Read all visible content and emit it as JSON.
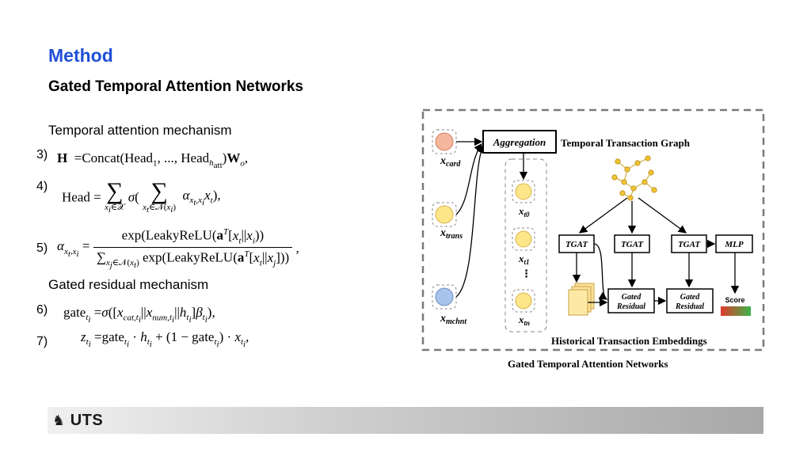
{
  "header": {
    "section_title": "Method",
    "subtitle": "Gated Temporal Attention Networks"
  },
  "left": {
    "attention_heading": "Temporal attention mechanism",
    "residual_heading": "Gated residual mechanism",
    "equation_numbers": [
      "3)",
      "4)",
      "5)",
      "6)",
      "7)"
    ]
  },
  "figure": {
    "inputs": [
      "x_card",
      "x_trans",
      "x_mchnt"
    ],
    "aggregation_label": "Aggregation",
    "graph_label": "Temporal Transaction Graph",
    "history_nodes": [
      "x_t0",
      "x_t1",
      "x_tn"
    ],
    "ellipsis": "⋮",
    "tgat_labels": [
      "TGAT",
      "TGAT",
      "TGAT"
    ],
    "mlp_label": "MLP",
    "gated_residual_labels": [
      "Gated Residual",
      "Gated Residual"
    ],
    "score_label": "Score",
    "history_label": "Historical Transaction Embeddings",
    "caption": "Gated Temporal Attention Networks",
    "colors": {
      "card_node": "#f4b69c",
      "trans_node": "#fde58a",
      "mchnt_node": "#a9c4ec",
      "graph_node": "#f0c233",
      "score_gradient": [
        "#e03b2c",
        "#3cb44b"
      ]
    }
  },
  "footer": {
    "logo_text": "UTS"
  }
}
